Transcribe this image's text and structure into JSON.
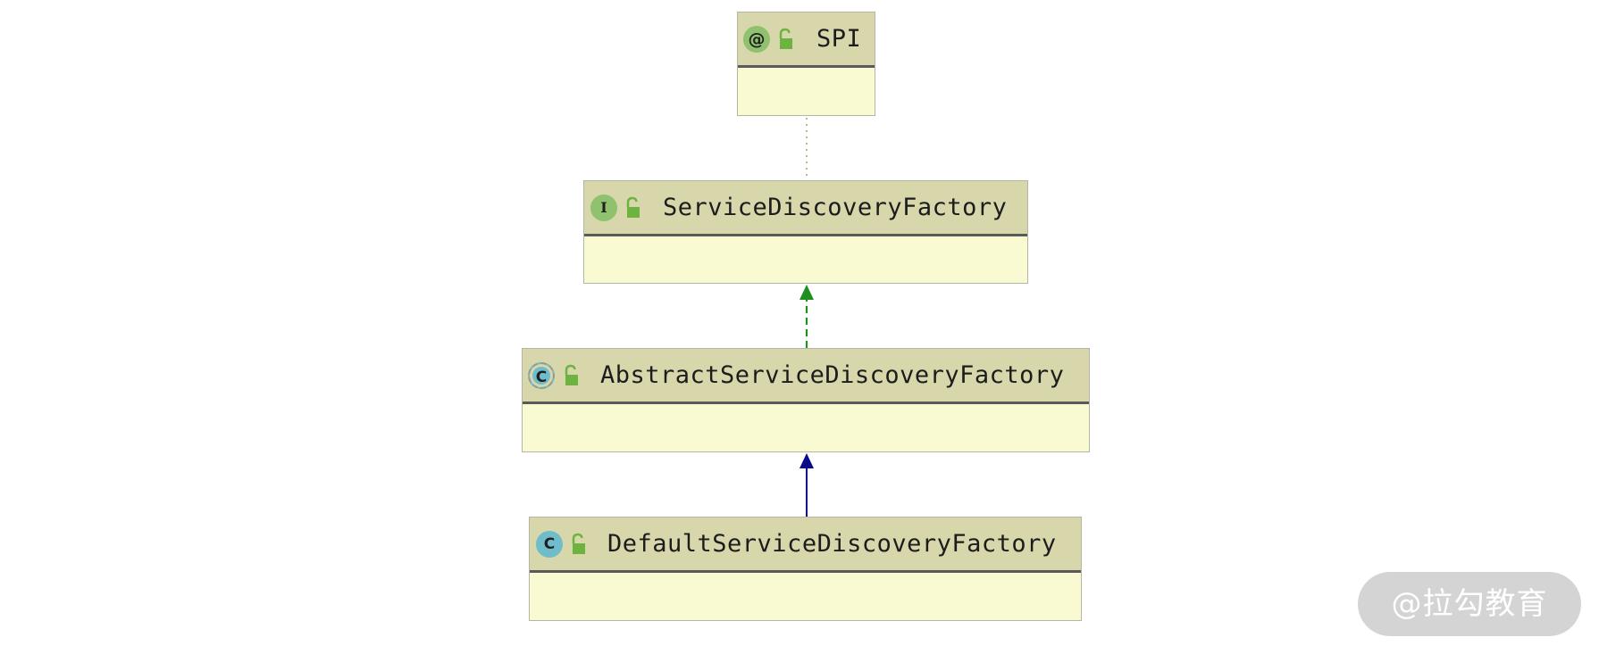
{
  "diagram": {
    "nodes": [
      {
        "id": "spi",
        "name": "SPI",
        "kind": "annotation",
        "kind_glyph": "@",
        "visibility_icon": "unlocked-icon"
      },
      {
        "id": "sdf",
        "name": "ServiceDiscoveryFactory",
        "kind": "interface",
        "kind_glyph": "I",
        "visibility_icon": "unlocked-icon"
      },
      {
        "id": "asdf",
        "name": "AbstractServiceDiscoveryFactory",
        "kind": "abstract-class",
        "kind_glyph": "C",
        "visibility_icon": "unlocked-icon"
      },
      {
        "id": "dsdf",
        "name": "DefaultServiceDiscoveryFactory",
        "kind": "class",
        "kind_glyph": "C",
        "visibility_icon": "unlocked-icon"
      }
    ],
    "edges": [
      {
        "from": "spi",
        "to": "sdf",
        "type": "annotation-link",
        "style": "dotted"
      },
      {
        "from": "asdf",
        "to": "sdf",
        "type": "implements",
        "style": "dashed-arrow"
      },
      {
        "from": "dsdf",
        "to": "asdf",
        "type": "extends",
        "style": "solid-arrow"
      }
    ],
    "colors": {
      "header_fill": "#d7d7ab",
      "body_fill": "#fafad2",
      "border": "#b5b5a6",
      "separator": "#5a5a5a",
      "annotation_icon": "#8fc16f",
      "interface_icon": "#8fc16f",
      "class_icon": "#6fbccb",
      "lock_icon": "#6db33f",
      "implements_edge": "#1f8f1f",
      "extends_edge": "#0a0a8a",
      "dotted_edge": "#9fae7a"
    }
  },
  "watermark": {
    "text": "@拉勾教育"
  }
}
